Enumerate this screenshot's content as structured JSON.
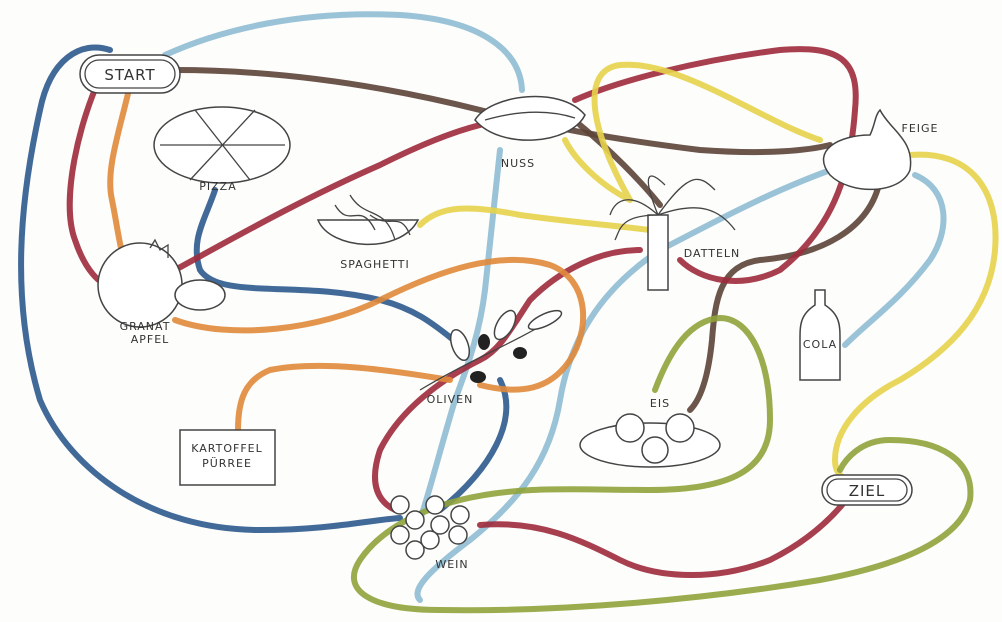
{
  "nodes": {
    "start": "START",
    "pizza": "PIZZA",
    "granatapfel_1": "GRANAT",
    "granatapfel_2": "APFEL",
    "spaghetti": "SPAGHETTI",
    "nuss": "NUSS",
    "oliven": "OLIVEN",
    "kartoffel_1": "KARTOFFEL",
    "kartoffel_2": "PÜRREE",
    "wein": "WEIN",
    "datteln": "DATTELN",
    "feige": "FEIGE",
    "cola": "COLA",
    "eis": "EIS",
    "ziel": "ZIEL"
  },
  "colors": {
    "blue": "#2e5a8e",
    "lightblue": "#8fbcd4",
    "brown": "#5c4438",
    "red": "#9e2a3c",
    "orange": "#e08a3a",
    "yellow": "#e6d34a",
    "green": "#8fa33a"
  }
}
